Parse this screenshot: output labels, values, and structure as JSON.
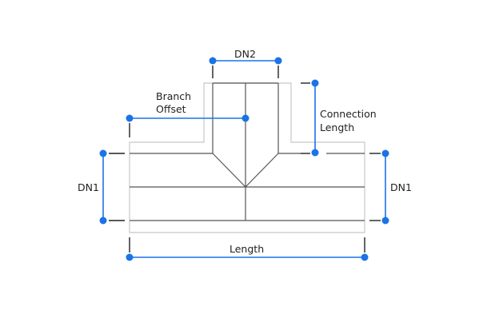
{
  "labels": {
    "dn2": "DN2",
    "branch_offset_line1": "Branch",
    "branch_offset_line2": "Offset",
    "connection_length_line1": "Connection",
    "connection_length_line2": "Length",
    "dn1_left": "DN1",
    "dn1_right": "DN1",
    "length": "Length"
  },
  "colors": {
    "dimension": "#1a73e8",
    "outline": "#555555",
    "envelope": "#c8c8c8",
    "text": "#222222"
  }
}
